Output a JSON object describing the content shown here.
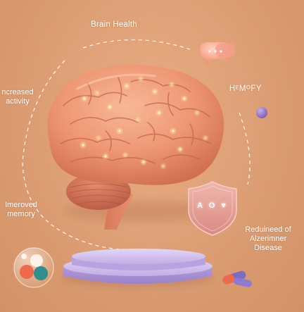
{
  "title": "Brain Health",
  "labels": {
    "increased_line1": "ncreased",
    "increased_line2": "activity",
    "improved_line1": "Imeroved",
    "improved_line2": "memory",
    "memory_tag": "HᴱMᴼFY",
    "reduced_line1": "Reduineed of",
    "reduced_line2": "Alzerimner",
    "reduced_line3": "Disease"
  },
  "shield": {
    "glyphs": "A O ♥"
  },
  "colors": {
    "background": "#dea077",
    "brain": "#ef9a78",
    "brain_shadow": "#c9694b",
    "glow_dots": "#ffe38a",
    "pedestal": "#c9b3e8",
    "shield": "#e7a8a0"
  }
}
